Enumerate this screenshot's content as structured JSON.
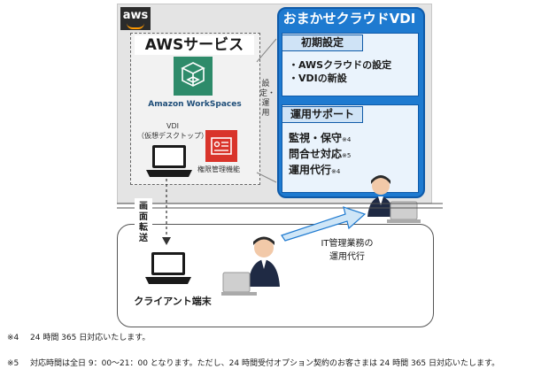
{
  "aws": {
    "logo_text": "aws",
    "services_title": "AWSサービス",
    "workspaces_label": "Amazon WorkSpaces",
    "vdi_label": "VDI",
    "vdi_sub": "（仮想デスクトップ）",
    "auth_label": "権限管理機能"
  },
  "vdi_panel": {
    "title": "おまかせクラウドVDI",
    "initial": {
      "heading": "初期設定",
      "items": [
        "・AWSクラウドの設定",
        "・VDIの新設"
      ]
    },
    "ops": {
      "heading": "運用サポート",
      "items": [
        {
          "text": "監視・保守",
          "note": "※4"
        },
        {
          "text": "問合せ対応",
          "note": "※5"
        },
        {
          "text": "運用代行",
          "note": "※4"
        }
      ]
    }
  },
  "flow": {
    "config_label": "設定・運用",
    "transfer_label": "画面転送",
    "it_label_1": "IT管理業務の",
    "it_label_2": "運用代行",
    "client_label": "クライアント端末"
  },
  "notes": [
    {
      "mark": "※4",
      "text": "24 時間 365 日対応いたします。"
    },
    {
      "mark": "※5",
      "text": "対応時間は全日 9：00〜21：00 となります。ただし、24 時間受付オプション契約のお客さまは 24 時間 365 日対応いたします。"
    }
  ],
  "colors": {
    "panel_blue": "#1e7ad0",
    "aws_orange": "#ff9900",
    "workspaces_green": "#2e8b6a",
    "auth_red": "#d9342b"
  }
}
